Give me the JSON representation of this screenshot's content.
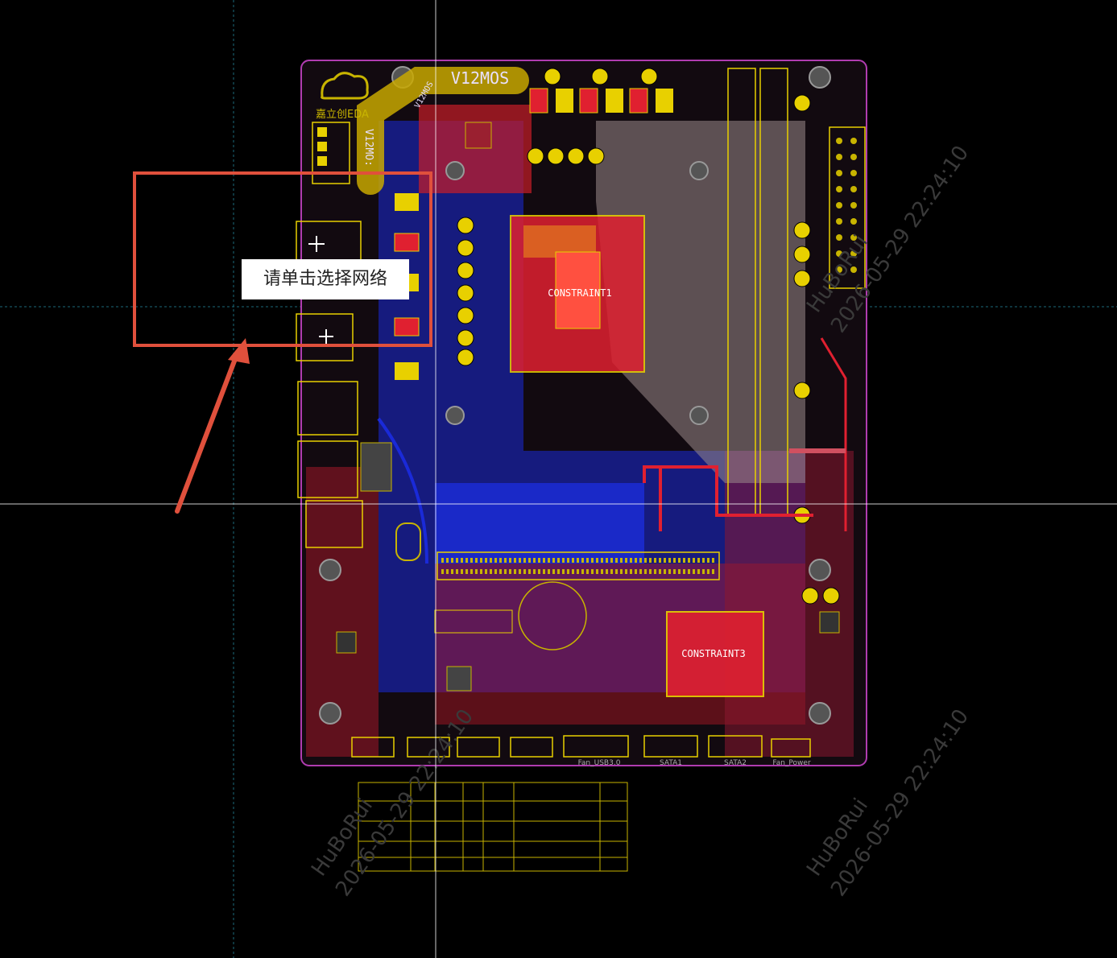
{
  "tooltip": {
    "text": "请单击选择网络"
  },
  "board": {
    "silkscreen_title": "V12MOS",
    "silkscreen_rotated_1": "V12MOS",
    "silkscreen_rotated_2": "V12MO:",
    "logo_text": "嘉立创EDA",
    "constraint_1": "CONSTRAINT1",
    "constraint_3": "CONSTRAINT3",
    "connector_labels": [
      "Fan_USB3.0",
      "SATA1",
      "SATA2",
      "Fan_Power"
    ]
  },
  "watermark": {
    "user": "HuBoRui",
    "timestamp": "2026-05-29 22:24:10"
  },
  "colors": {
    "background": "#000000",
    "board_outline": "#b03cb0",
    "top_copper": "#e0202a",
    "bottom_copper": "#1a2ad8",
    "silkscreen": "#e8d000",
    "pads": "#c8b400",
    "callout": "#e0503c",
    "crosshair": "#ffffff",
    "grid_axis": "#1c6a7a"
  }
}
